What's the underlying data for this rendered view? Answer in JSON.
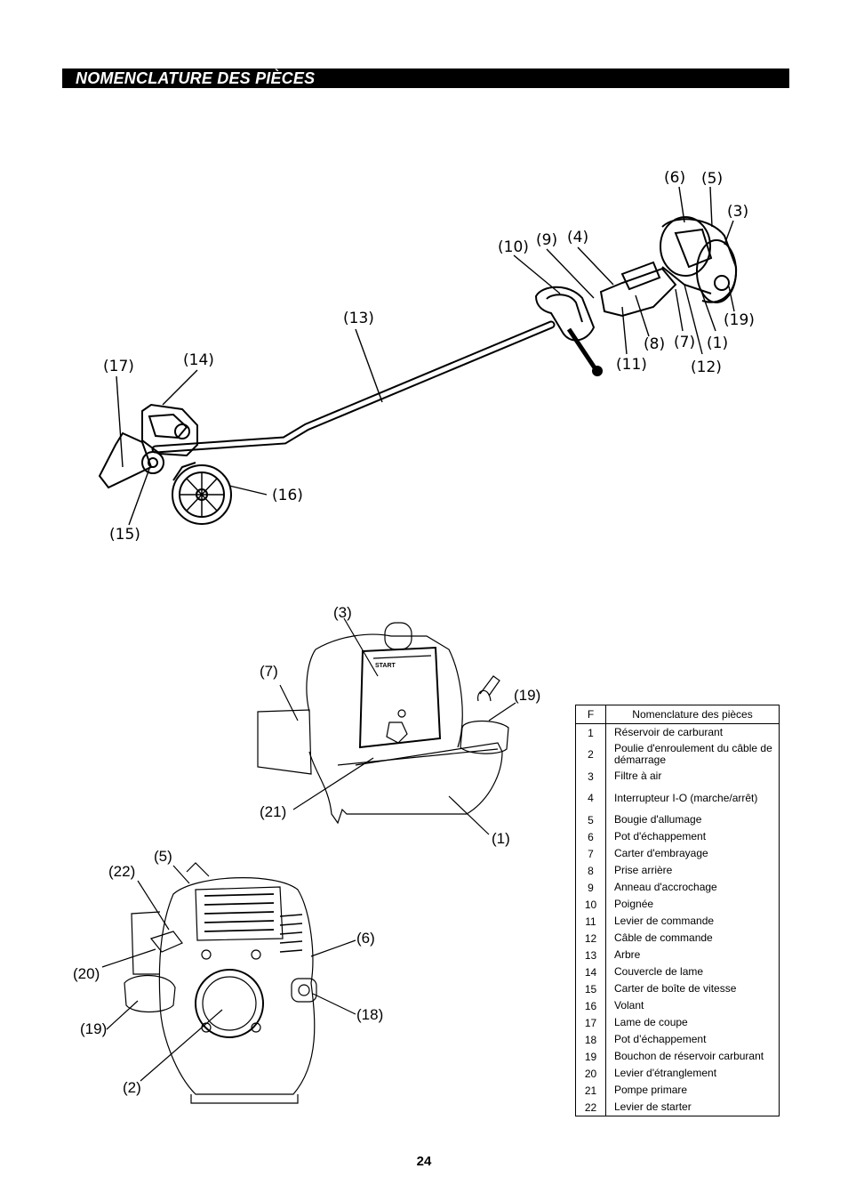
{
  "header": {
    "title": "NOMENCLATURE DES PIÈCES"
  },
  "figure_top": {
    "labels": [
      "(6)",
      "(5)",
      "(3)",
      "(10)",
      "(9)",
      "(4)",
      "(13)",
      "(19)",
      "(8)",
      "(7)",
      "(1)",
      "(11)",
      "(12)",
      "(17)",
      "(14)",
      "(16)",
      "(15)"
    ]
  },
  "figure_engine_side": {
    "labels": [
      "(3)",
      "(7)",
      "(19)",
      "(21)",
      "(1)"
    ],
    "start_text": "START"
  },
  "figure_engine_front": {
    "labels": [
      "(5)",
      "(22)",
      "(6)",
      "(20)",
      "(18)",
      "(19)",
      "(2)"
    ]
  },
  "table": {
    "header": [
      "F",
      "Nomenclature des pièces"
    ],
    "rows": [
      {
        "n": "1",
        "d": "Réservoir de carburant"
      },
      {
        "n": "2",
        "d": "Poulie d'enroulement du câble de démarrage"
      },
      {
        "n": "3",
        "d": "Filtre à air"
      },
      {
        "n": "4",
        "d": "Interrupteur I-O (marche/arrêt)"
      },
      {
        "n": "5",
        "d": "Bougie d'allumage"
      },
      {
        "n": "6",
        "d": "Pot d'échappement"
      },
      {
        "n": "7",
        "d": "Carter d'embrayage"
      },
      {
        "n": "8",
        "d": "Prise arrière"
      },
      {
        "n": "9",
        "d": "Anneau d'accrochage"
      },
      {
        "n": "10",
        "d": "Poignée"
      },
      {
        "n": "11",
        "d": "Levier de commande"
      },
      {
        "n": "12",
        "d": "Câble de commande"
      },
      {
        "n": "13",
        "d": "Arbre"
      },
      {
        "n": "14",
        "d": "Couvercle de lame"
      },
      {
        "n": "15",
        "d": "Carter de boîte de vitesse"
      },
      {
        "n": "16",
        "d": "Volant"
      },
      {
        "n": "17",
        "d": "Lame de coupe"
      },
      {
        "n": "18",
        "d": "Pot d’échappement"
      },
      {
        "n": "19",
        "d": "Bouchon de réservoir carburant"
      },
      {
        "n": "20",
        "d": "Levier d'étranglement"
      },
      {
        "n": "21",
        "d": "Pompe primare"
      },
      {
        "n": "22",
        "d": "Levier de starter"
      }
    ]
  },
  "footer": {
    "page_number": "24"
  }
}
